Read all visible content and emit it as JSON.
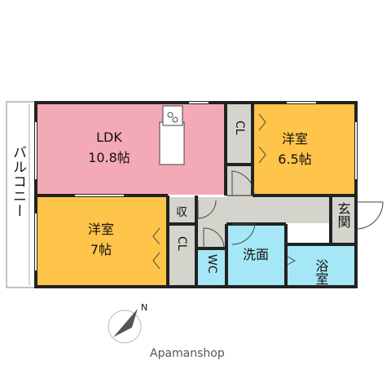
{
  "colors": {
    "ldk": "#f4a9b7",
    "western": "#ffc44a",
    "wet": "#a5e7f6",
    "closet": "#d4d4cc",
    "corridor": "#d4d4cc",
    "wall": "#222222",
    "balcony": "#ffffff"
  },
  "rooms": {
    "balcony": "バルコニー",
    "ldk": {
      "name": "LDK",
      "size": "10.8帖"
    },
    "western_a": {
      "name": "洋室",
      "size": "6.5帖"
    },
    "western_b": {
      "name": "洋室",
      "size": "7帖"
    },
    "closet_a": "CL",
    "closet_b": "CL",
    "storage": "収",
    "wc": "WC",
    "washroom": "洗面",
    "bath": "浴室",
    "entrance": "玄関"
  },
  "compass": {
    "label": "N"
  },
  "brand": "Apamanshop"
}
